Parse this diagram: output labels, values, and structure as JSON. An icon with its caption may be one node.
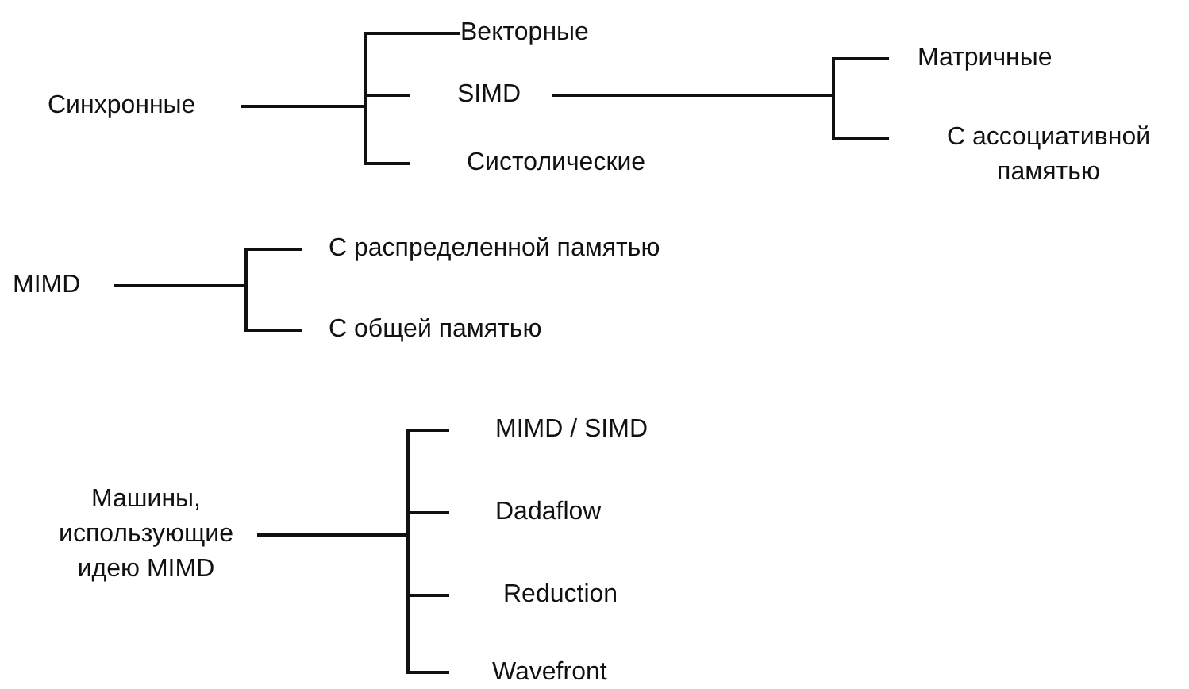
{
  "diagram": {
    "nodes": [
      {
        "text": [
          "Синхронные"
        ]
      },
      {
        "text": [
          "Векторные"
        ]
      },
      {
        "text": [
          "SIMD"
        ]
      },
      {
        "text": [
          "Систолические"
        ]
      },
      {
        "text": [
          "Матричные"
        ]
      },
      {
        "text": [
          "С ассоциативной памятью"
        ]
      },
      {
        "text": [
          "MIMD"
        ]
      },
      {
        "text": [
          "С распределенной памятью"
        ]
      },
      {
        "text": [
          "С общей памятью"
        ]
      },
      {
        "text": [
          "Машины, использующие идею MIMD"
        ]
      },
      {
        "text": [
          "MIMD / SIMD"
        ]
      },
      {
        "text": [
          "Dadaflow"
        ]
      },
      {
        "text": [
          "Reduction"
        ]
      },
      {
        "text": [
          "Wavefront"
        ]
      }
    ],
    "edges": [
      {
        "from": 0,
        "to": 1,
        "arrow": "none"
      },
      {
        "from": 0,
        "to": 2,
        "arrow": "none"
      },
      {
        "from": 0,
        "to": 3,
        "arrow": "none"
      },
      {
        "from": 2,
        "to": 4,
        "arrow": "none"
      },
      {
        "from": 2,
        "to": 5,
        "arrow": "none"
      },
      {
        "from": 6,
        "to": 7,
        "arrow": "none"
      },
      {
        "from": 6,
        "to": 8,
        "arrow": "none"
      },
      {
        "from": 9,
        "to": 10,
        "arrow": "none"
      },
      {
        "from": 9,
        "to": 11,
        "arrow": "none"
      },
      {
        "from": 9,
        "to": 12,
        "arrow": "none"
      },
      {
        "from": 9,
        "to": 13,
        "arrow": "none"
      }
    ]
  }
}
